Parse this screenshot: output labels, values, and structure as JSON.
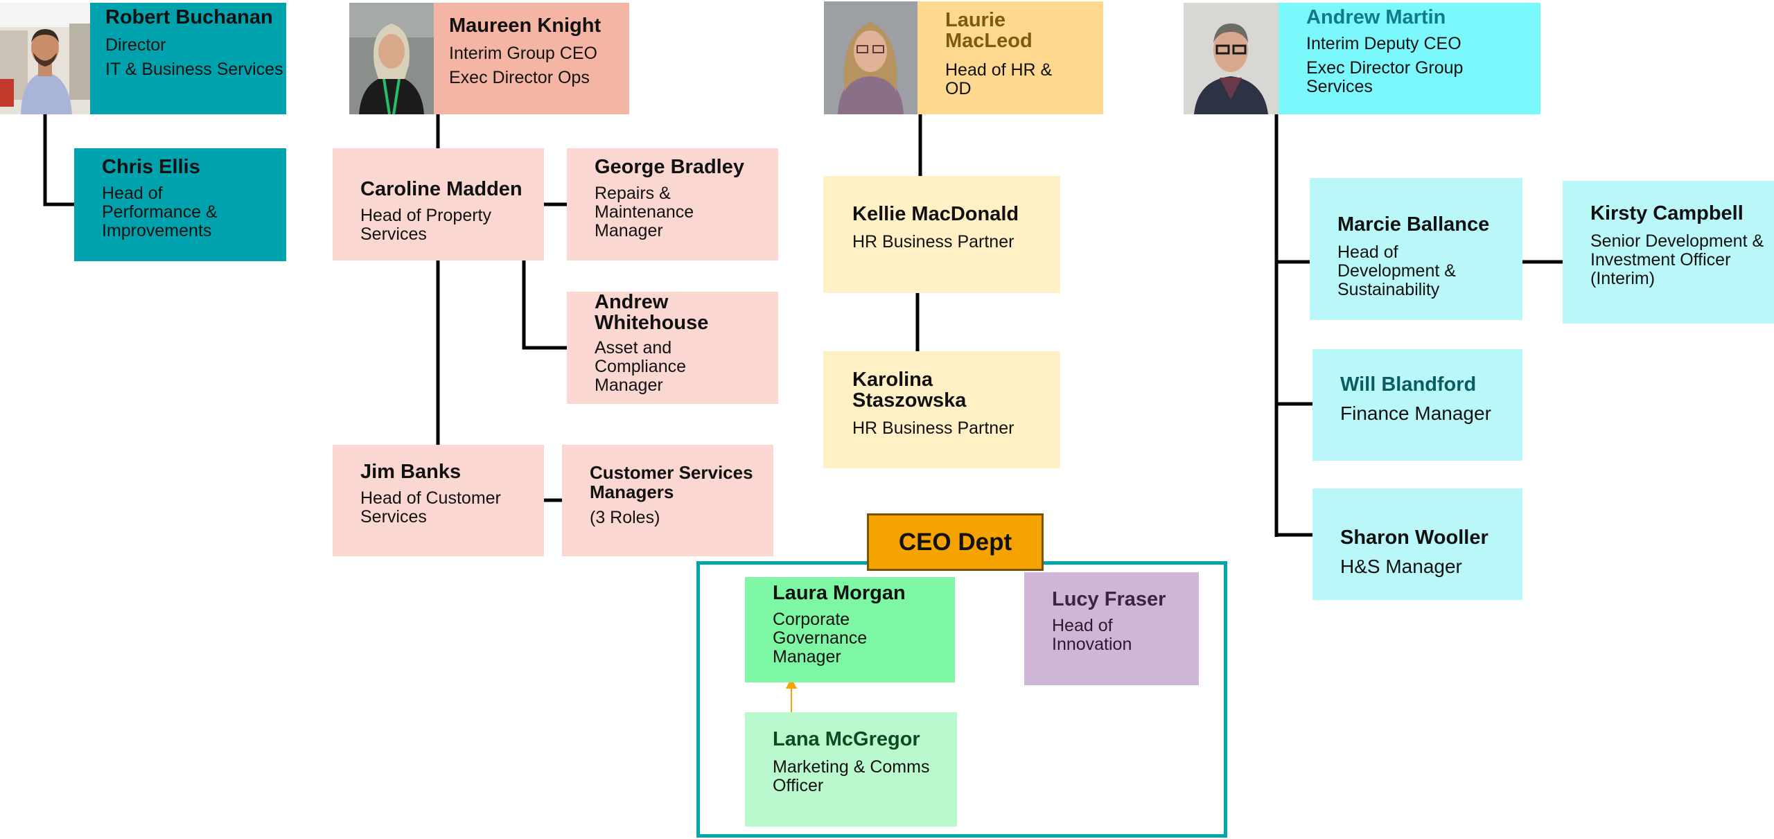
{
  "people": {
    "robert": {
      "name": "Robert Buchanan",
      "role_1": "Director",
      "role_2": "IT & Business Services"
    },
    "chris": {
      "name": "Chris Ellis",
      "role": "Head of Performance & Improvements"
    },
    "maureen": {
      "name": "Maureen Knight",
      "role_1": "Interim Group CEO",
      "role_2": "Exec Director Ops"
    },
    "caroline": {
      "name": "Caroline Madden",
      "role": "Head of Property Services"
    },
    "george": {
      "name": "George Bradley",
      "role": "Repairs & Maintenance Manager"
    },
    "andrew_w": {
      "name": "Andrew Whitehouse",
      "role": "Asset and Compliance Manager"
    },
    "jim": {
      "name": "Jim Banks",
      "role": "Head of Customer Services"
    },
    "csm": {
      "name": "Customer Services Managers",
      "role": "(3 Roles)"
    },
    "laurie": {
      "name": "Laurie MacLeod",
      "role": "Head of HR & OD"
    },
    "kellie": {
      "name": "Kellie MacDonald",
      "role": "HR Business Partner"
    },
    "karolina": {
      "name": "Karolina Staszowska",
      "role": "HR Business Partner"
    },
    "andrew_m": {
      "name": "Andrew Martin",
      "role_1": "Interim Deputy CEO",
      "role_2": "Exec Director Group Services"
    },
    "marcie": {
      "name": "Marcie Ballance",
      "role": "Head of Development & Sustainability"
    },
    "kirsty": {
      "name": "Kirsty Campbell",
      "role": "Senior Development & Investment Officer (Interim)"
    },
    "will": {
      "name": "Will Blandford",
      "role": "Finance Manager"
    },
    "sharon": {
      "name": "Sharon Wooller",
      "role": "H&S Manager"
    },
    "laura": {
      "name": "Laura Morgan",
      "role": "Corporate Governance Manager"
    },
    "lana": {
      "name": "Lana McGregor",
      "role": "Marketing & Comms Officer"
    },
    "lucy": {
      "name": "Lucy Fraser",
      "role": "Head of Innovation"
    }
  },
  "ceo_dept": {
    "label": "CEO Dept"
  },
  "colors": {
    "it_services": "#00a2ad",
    "ops_exec": "#f5b5a5",
    "ops_team": "#fad8d1",
    "hr_exec": "#ffd88f",
    "hr_team": "#fff0c6",
    "group_services_exec": "#7af8fb",
    "group_services_team": "#baf7f9",
    "ceo_dept_accent": "#f5a300",
    "governance": "#7df7a3",
    "comms": "#baf8cd",
    "innovation": "#cfb6d6"
  },
  "icons": {
    "photo": "person-photo-icon",
    "arrow": "arrow-up-icon"
  }
}
